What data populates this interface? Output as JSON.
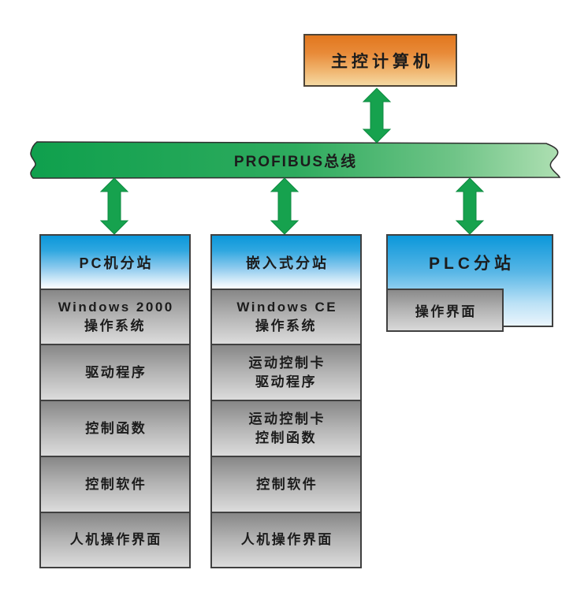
{
  "master": {
    "label": "主控计算机"
  },
  "bus": {
    "label": "PROFIBUS总线"
  },
  "stations": [
    {
      "header": "PC机分站",
      "layers": [
        "Windows 2000\n操作系统",
        "驱动程序",
        "控制函数",
        "控制软件",
        "人机操作界面"
      ]
    },
    {
      "header": "嵌入式分站",
      "layers": [
        "Windows CE\n操作系统",
        "运动控制卡\n驱动程序",
        "运动控制卡\n控制函数",
        "控制软件",
        "人机操作界面"
      ]
    },
    {
      "header": "PLC分站",
      "layers": [
        "操作界面"
      ]
    }
  ],
  "colors": {
    "arrow_green": "#16A24E",
    "bus_green_start": "#0FA04D",
    "bus_green_end": "#AEDFB2",
    "master_orange_top": "#E2771E",
    "master_orange_bottom": "#F5D9A2",
    "station_blue_top": "#0B97DA",
    "layer_gray_top": "#878787",
    "layer_gray_bottom": "#DCDCDC"
  }
}
